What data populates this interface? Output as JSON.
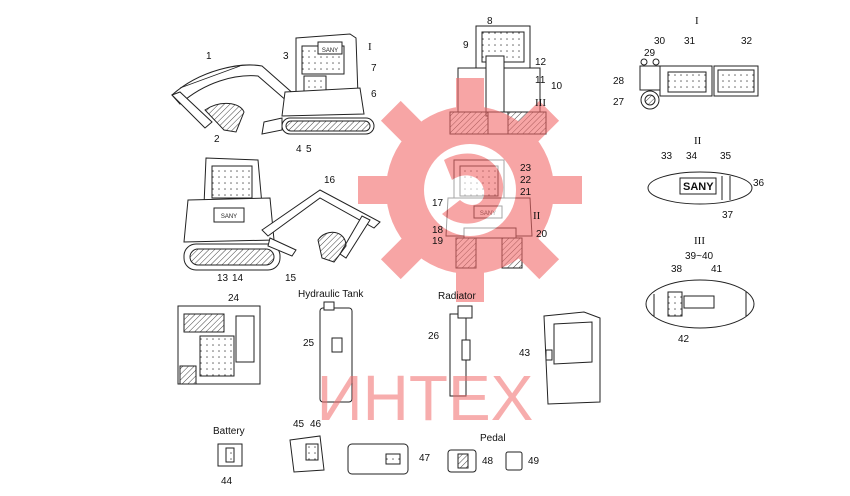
{
  "captions": {
    "hydraulic_tank": "Hydraulic Tank",
    "radiator": "Radiator",
    "battery": "Battery",
    "pedal": "Pedal"
  },
  "detail_marks": {
    "one": "I",
    "two": "II",
    "three": "III"
  },
  "brand_badge": "SANY",
  "watermark": {
    "text": "ИНТЕХ",
    "color": "#f26b6b"
  },
  "callouts": {
    "n1": "1",
    "n2": "2",
    "n3": "3",
    "n4": "4",
    "n5": "5",
    "n6": "6",
    "n7": "7",
    "n8": "8",
    "n9": "9",
    "n10": "10",
    "n11": "11",
    "n12": "12",
    "n13": "13",
    "n14": "14",
    "n15": "15",
    "n16": "16",
    "n17": "17",
    "n18": "18",
    "n19": "19",
    "n20": "20",
    "n21": "21",
    "n22": "22",
    "n23": "23",
    "n24": "24",
    "n25": "25",
    "n26": "26",
    "n27": "27",
    "n28": "28",
    "n29": "29",
    "n30": "30",
    "n31": "31",
    "n32": "32",
    "n33": "33",
    "n34": "34",
    "n35": "35",
    "n36": "36",
    "n37": "37",
    "n38": "38",
    "n39_40": "39~40",
    "n41": "41",
    "n42": "42",
    "n43": "43",
    "n44": "44",
    "n45": "45",
    "n46": "46",
    "n47": "47",
    "n48": "48",
    "n49": "49"
  }
}
